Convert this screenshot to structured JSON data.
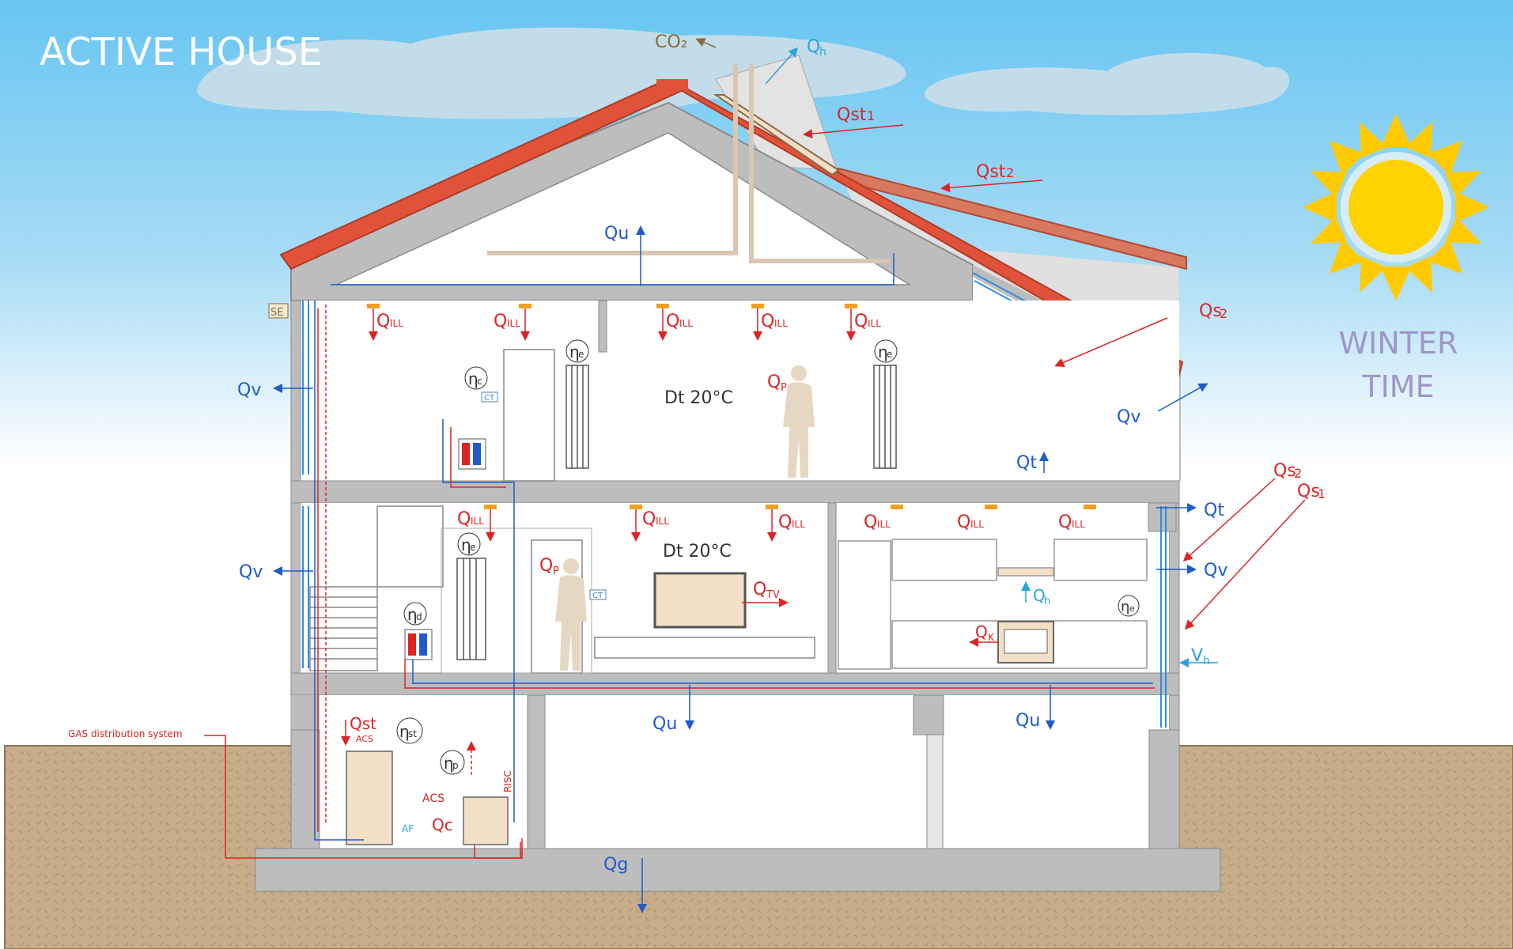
{
  "title": "ACTIVE HOUSE",
  "season": {
    "line1": "WINTER",
    "line2": "TIME"
  },
  "gas_label": "GAS distribution system",
  "temp_label": "Dt 20°C",
  "symbols": {
    "co2": "CO₂",
    "qh": "Q",
    "qh_sub": "h",
    "qst1": "Qst",
    "qst1_sub": "1",
    "qst2": "Qst",
    "qst2_sub": "2",
    "qs2": "Qs",
    "qs2_sub": "2",
    "qs1": "Qs",
    "qs1_sub": "1",
    "qu": "Qu",
    "qv": "Qv",
    "qt": "Qt",
    "qill": "Q",
    "qill_sub": "ILL",
    "qp": "Q",
    "qp_sub": "P",
    "qtv": "Q",
    "qtv_sub": "TV",
    "qk": "Q",
    "qk_sub": "K",
    "vh": "V",
    "vh_sub": "h",
    "qg": "Qg",
    "qst": "Qst",
    "acs": "ACS",
    "af": "AF",
    "qc": "Qc",
    "risc": "RISC",
    "se": "SE",
    "ct": "CT",
    "eta": "η",
    "eta_c": "c",
    "eta_e": "e",
    "eta_d": "d",
    "eta_st": "st",
    "eta_p": "p"
  },
  "colors": {
    "sky_top": "#67c5f2",
    "roof": "#e0533a",
    "wall": "#bdbdbd",
    "ground": "#c8ad8a",
    "heat": "#dc2424",
    "flow": "#1f5cc8",
    "sun": "#ffd200"
  }
}
